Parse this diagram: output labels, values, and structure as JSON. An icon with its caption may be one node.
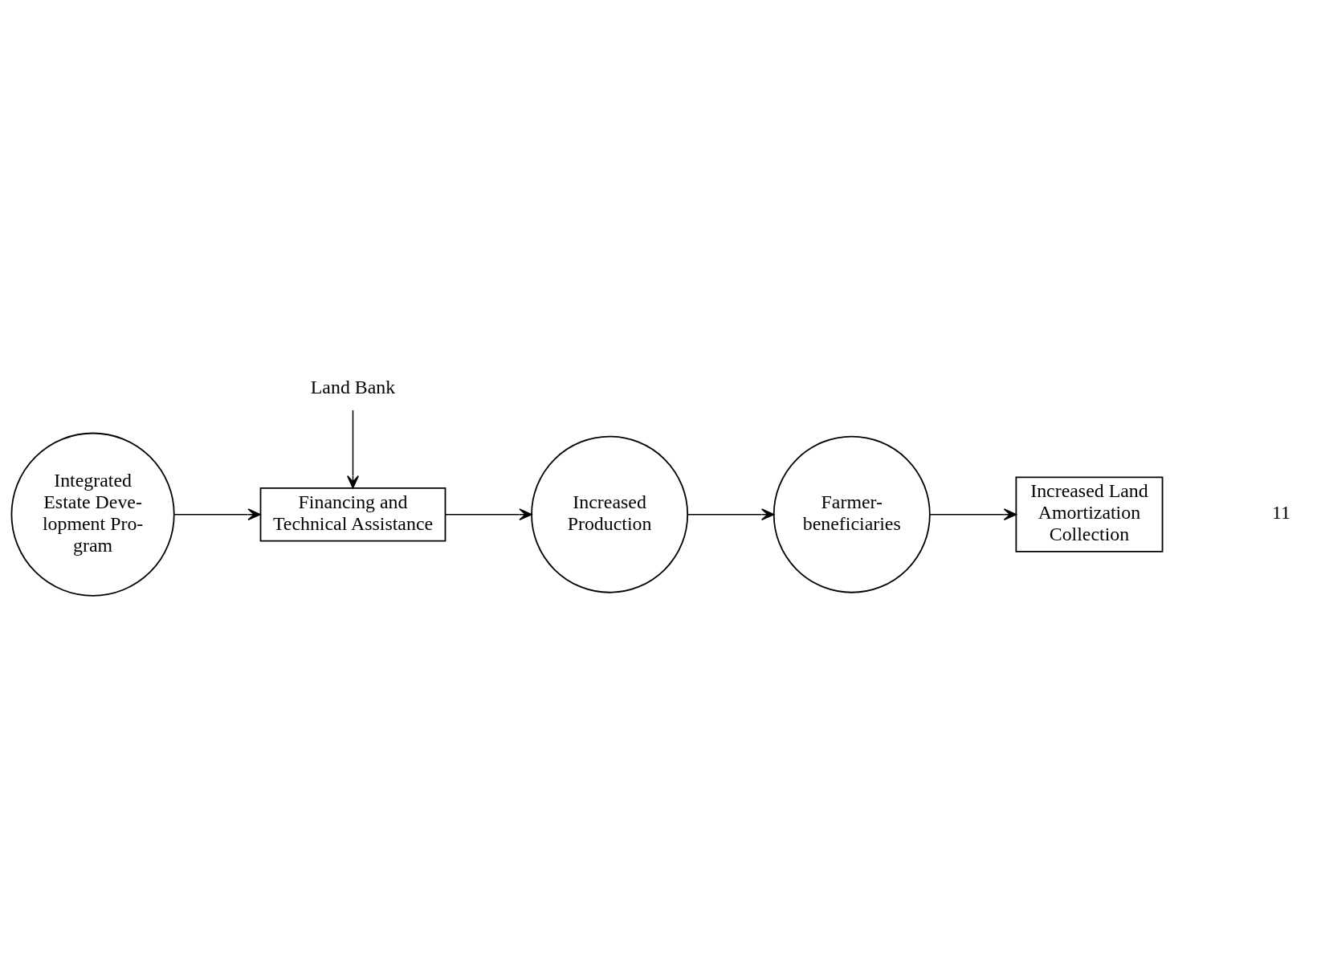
{
  "diagram": {
    "nodes": [
      {
        "text": [
          "Integrated Estate Deve- lopment Pro- gram"
        ]
      },
      {
        "text": [
          "Land Bank"
        ]
      },
      {
        "text": [
          "Financing and Technical Assistance"
        ]
      },
      {
        "text": [
          "Increased Production"
        ]
      },
      {
        "text": [
          "Farmer- beneficiaries"
        ]
      },
      {
        "text": [
          "Increased Land Amortization Collection"
        ]
      }
    ],
    "edges": [
      {
        "from": 0,
        "to": 2,
        "arrow": "to"
      },
      {
        "from": 1,
        "to": 2,
        "arrow": "to"
      },
      {
        "from": 2,
        "to": 3,
        "arrow": "to"
      },
      {
        "from": 3,
        "to": 4,
        "arrow": "to"
      },
      {
        "from": 4,
        "to": 5,
        "arrow": "to"
      }
    ],
    "labels": [
      "11"
    ]
  }
}
